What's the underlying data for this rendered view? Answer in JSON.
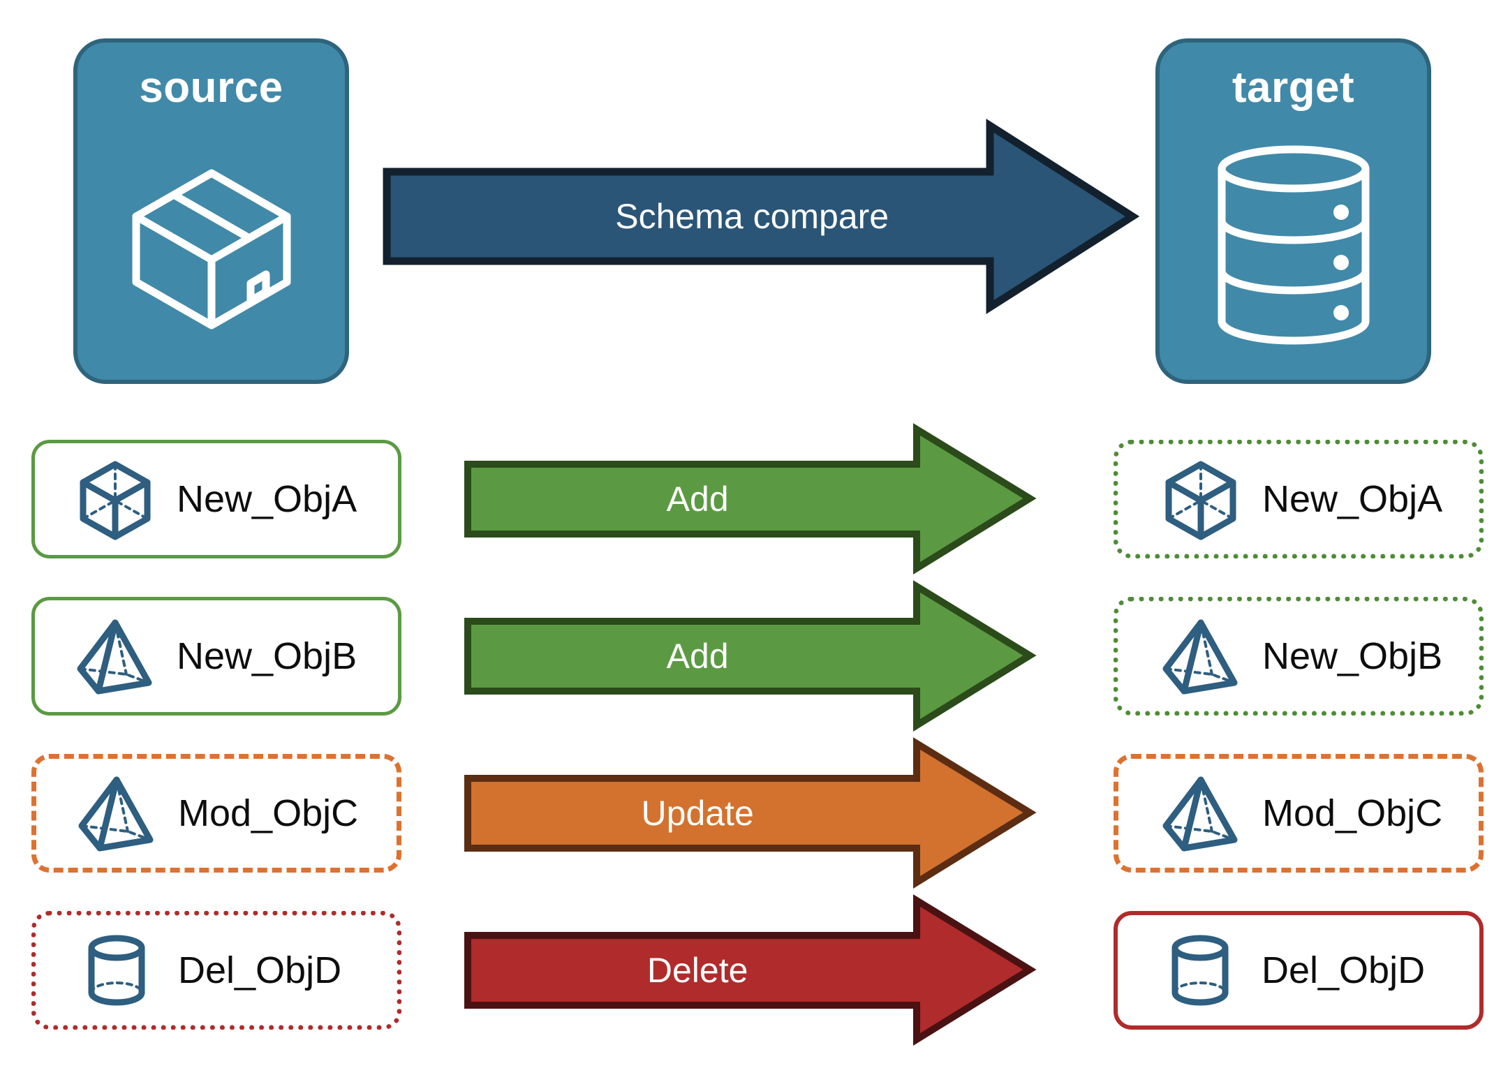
{
  "diagram": {
    "title_source": "source",
    "title_target": "target",
    "compare_arrow_label": "Schema compare",
    "colors": {
      "endpoint_fill": "#4189A8",
      "endpoint_border": "#2E647C",
      "compare_arrow_fill": "#2A5577",
      "compare_arrow_border": "#13212E",
      "object_icon": "#2E5E80",
      "add_fill": "#5B9A42",
      "add_border": "#2B4B1A",
      "update_fill": "#D2722E",
      "update_border": "#5C2D12",
      "delete_fill": "#B02B2B",
      "delete_border": "#4A1212",
      "text_dark": "#0d0d0d",
      "text_light": "#ffffff"
    },
    "source_icon": "package-box-icon",
    "target_icon": "database-cylinder-icon"
  },
  "rows": [
    {
      "source_label": "New_ObjA",
      "source_icon": "wireframe-cube-icon",
      "source_border_style": "green-solid",
      "action": "Add",
      "action_color": "add",
      "target_label": "New_ObjA",
      "target_icon": "wireframe-cube-icon",
      "target_border_style": "green-dotted"
    },
    {
      "source_label": "New_ObjB",
      "source_icon": "wireframe-pyramid-icon",
      "source_border_style": "green-solid",
      "action": "Add",
      "action_color": "add",
      "target_label": "New_ObjB",
      "target_icon": "wireframe-pyramid-icon",
      "target_border_style": "green-dotted"
    },
    {
      "source_label": "Mod_ObjC",
      "source_icon": "wireframe-pyramid-icon",
      "source_border_style": "orange-dashed",
      "action": "Update",
      "action_color": "update",
      "target_label": "Mod_ObjC",
      "target_icon": "wireframe-pyramid-icon",
      "target_border_style": "orange-dashed"
    },
    {
      "source_label": "Del_ObjD",
      "source_icon": "wireframe-cylinder-icon",
      "source_border_style": "red-dotted",
      "action": "Delete",
      "action_color": "delete",
      "target_label": "Del_ObjD",
      "target_icon": "wireframe-cylinder-icon",
      "target_border_style": "red-solid"
    }
  ]
}
